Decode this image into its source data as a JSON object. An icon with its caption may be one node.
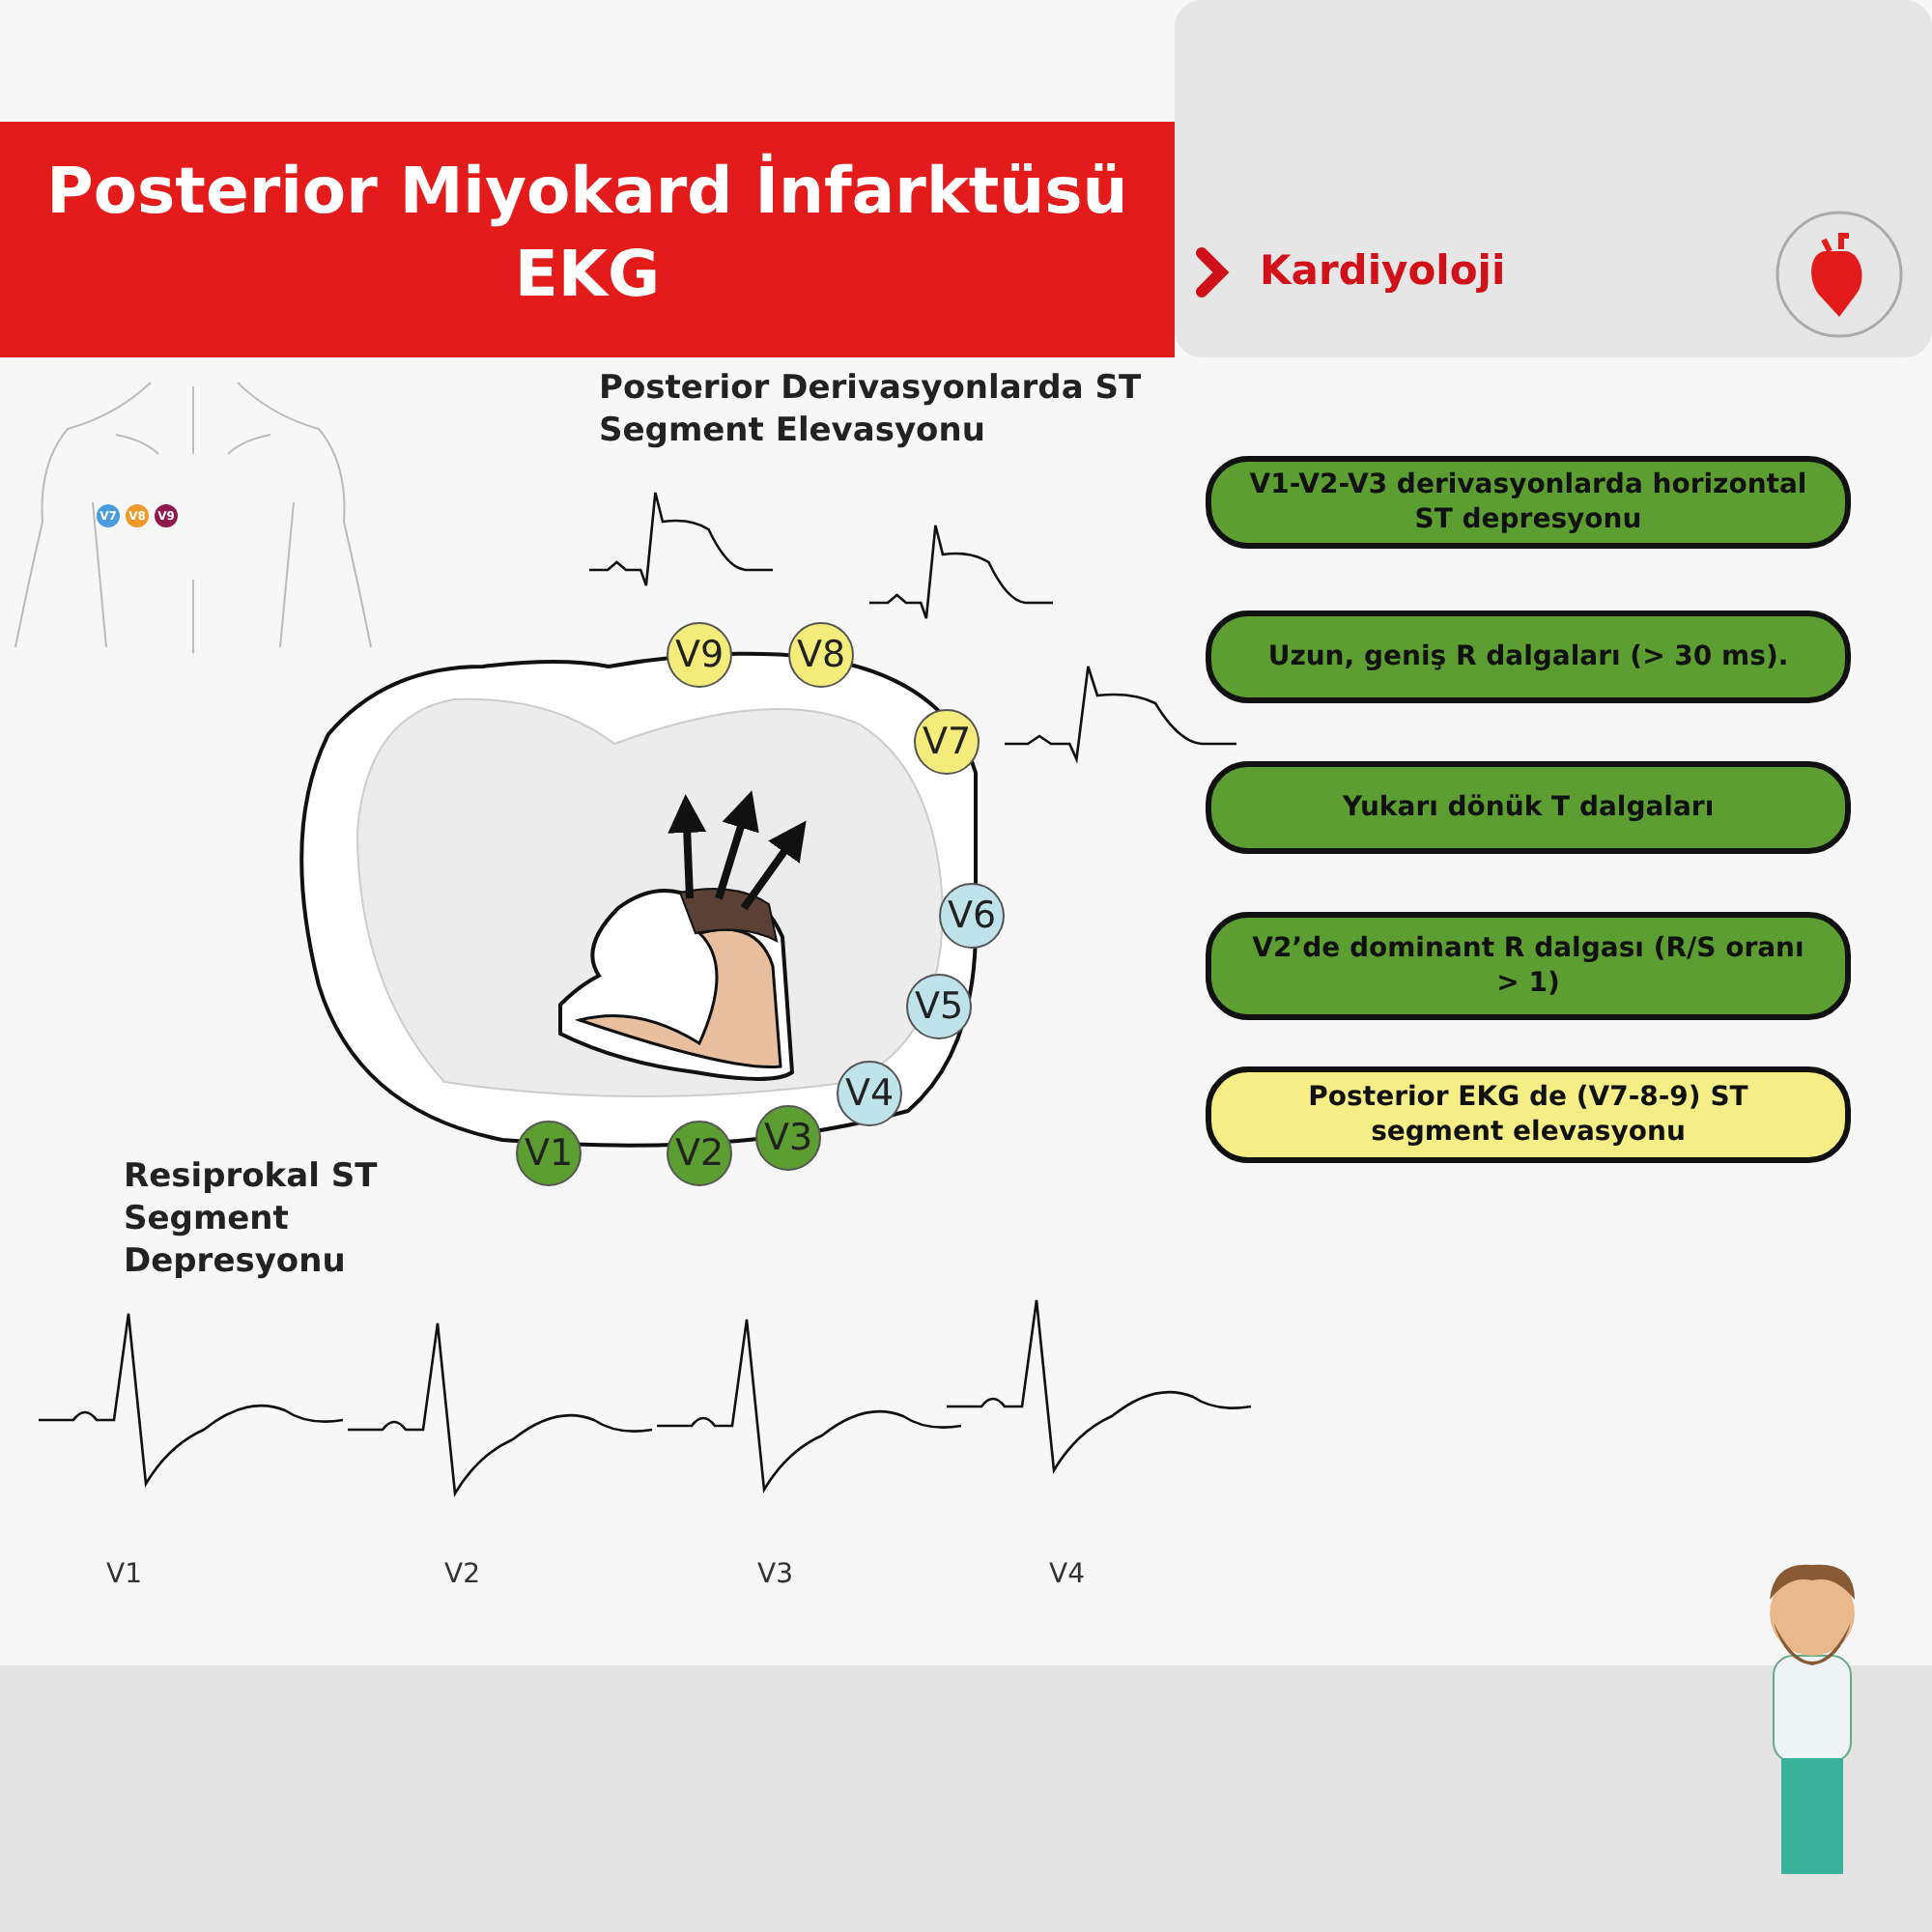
{
  "diagram": {
    "title": "Posterior Miyokard İnfarktüsü EKG",
    "nodes": [
      {
        "text": [
          "V1-V2-V3 derivasyonlarda horizontal ST depresyonu"
        ]
      },
      {
        "text": [
          "Uzun, geniş R dalgaları (> 30 ms)."
        ]
      },
      {
        "text": [
          "Yukarı dönük T dalgaları"
        ]
      },
      {
        "text": [
          "V2’de dominant R dalgası (R/S oranı > 1)"
        ]
      },
      {
        "text": [
          "Posterior EKG de (V7-8-9) ST segment elevasyonu"
        ]
      },
      {
        "text": [
          "V9"
        ]
      },
      {
        "text": [
          "V8"
        ]
      },
      {
        "text": [
          "V7"
        ]
      },
      {
        "text": [
          "V6"
        ]
      },
      {
        "text": [
          "V5"
        ]
      },
      {
        "text": [
          "V4"
        ]
      },
      {
        "text": [
          "V3"
        ]
      },
      {
        "text": [
          "V2"
        ]
      },
      {
        "text": [
          "V1"
        ]
      },
      {
        "text": [
          "V7"
        ]
      },
      {
        "text": [
          "V8"
        ]
      },
      {
        "text": [
          "V9"
        ]
      }
    ],
    "edges": [],
    "labels": [
      "Kardiyoloji",
      "Posterior Derivasyonlarda ST Segment Elevasyonu",
      "Resiprokal ST Segment Depresyonu",
      "V1",
      "V2",
      "V3",
      "V4"
    ]
  }
}
